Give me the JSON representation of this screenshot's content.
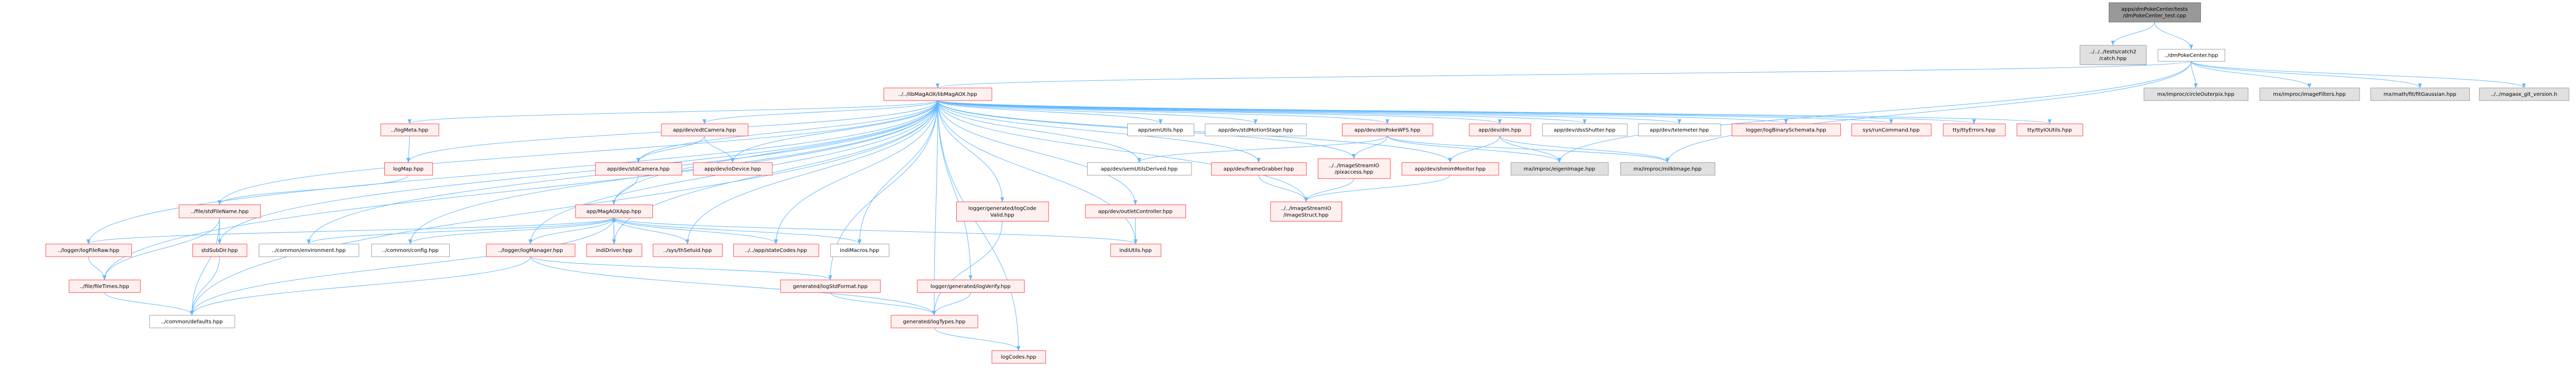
{
  "graph": {
    "colors": {
      "edge": "#63b8ff",
      "red_border": "#ff4040",
      "red_fill": "#fff0f0",
      "gray_fill": "#e0e0e0",
      "gray_border": "#999999",
      "root_fill": "#999999",
      "root_border": "#666666"
    },
    "nodes": {
      "test": {
        "lines": [
          "apps/dmPokeCenter/tests",
          "/dmPokeCenter_test.cpp"
        ],
        "style": "root"
      },
      "catch": {
        "lines": [
          "../../../tests/catch2",
          "/catch.hpp"
        ],
        "style": "gray"
      },
      "dmpc": {
        "lines": [
          "../dmPokeCenter.hpp"
        ],
        "style": "white"
      },
      "libmagaox": {
        "lines": [
          "../../libMagAOX/libMagAOX.hpp"
        ],
        "style": "red"
      },
      "circle": {
        "lines": [
          "mx/improc/circleOuterpix.hpp"
        ],
        "style": "gray"
      },
      "imagefilters": {
        "lines": [
          "mx/improc/imageFilters.hpp"
        ],
        "style": "gray"
      },
      "fitgauss": {
        "lines": [
          "mx/math/fit/fitGaussian.hpp"
        ],
        "style": "gray"
      },
      "gitver": {
        "lines": [
          "../../magaox_git_version.h"
        ],
        "style": "gray"
      },
      "logmeta": {
        "lines": [
          "../logMeta.hpp"
        ],
        "style": "red"
      },
      "edtcamera": {
        "lines": [
          "app/dev/edtCamera.hpp"
        ],
        "style": "red"
      },
      "semutils": {
        "lines": [
          "app/semUtils.hpp"
        ],
        "style": "white"
      },
      "stdmotion": {
        "lines": [
          "app/dev/stdMotionStage.hpp"
        ],
        "style": "white"
      },
      "dmpokewfs": {
        "lines": [
          "app/dev/dmPokeWFS.hpp"
        ],
        "style": "red"
      },
      "dm": {
        "lines": [
          "app/dev/dm.hpp"
        ],
        "style": "red"
      },
      "dssshutter": {
        "lines": [
          "app/dev/dssShutter.hpp"
        ],
        "style": "white"
      },
      "telemeter": {
        "lines": [
          "app/dev/telemeter.hpp"
        ],
        "style": "white"
      },
      "logbinary": {
        "lines": [
          "logger/logBinarySchemata.hpp"
        ],
        "style": "red"
      },
      "runcommand": {
        "lines": [
          "sys/runCommand.hpp"
        ],
        "style": "red"
      },
      "ttyerrors": {
        "lines": [
          "tty/ttyErrors.hpp"
        ],
        "style": "red"
      },
      "ttyioutils": {
        "lines": [
          "tty/ttyIOUtils.hpp"
        ],
        "style": "red"
      },
      "logmap": {
        "lines": [
          "logMap.hpp"
        ],
        "style": "red"
      },
      "stdcamera": {
        "lines": [
          "app/dev/stdCamera.hpp"
        ],
        "style": "red"
      },
      "iodevice": {
        "lines": [
          "app/dev/ioDevice.hpp"
        ],
        "style": "red"
      },
      "semderived": {
        "lines": [
          "app/dev/semUtilsDerived.hpp"
        ],
        "style": "white"
      },
      "framegrabber": {
        "lines": [
          "app/dev/frameGrabber.hpp"
        ],
        "style": "red"
      },
      "pixaccess": {
        "lines": [
          "../../ImageStreamIO",
          "/pixaccess.hpp"
        ],
        "style": "red"
      },
      "shmimmonitor": {
        "lines": [
          "app/dev/shmimMonitor.hpp"
        ],
        "style": "red"
      },
      "eigenimage": {
        "lines": [
          "mx/improc/eigenImage.hpp"
        ],
        "style": "gray"
      },
      "milkimage": {
        "lines": [
          "mx/improc/milkImage.hpp"
        ],
        "style": "gray"
      },
      "stdfilename": {
        "lines": [
          "../file/stdFileName.hpp"
        ],
        "style": "red"
      },
      "magaoxapp": {
        "lines": [
          "app/MagAOXApp.hpp"
        ],
        "style": "red"
      },
      "logcodevalid": {
        "lines": [
          "logger/generated/logCode",
          "Valid.hpp"
        ],
        "style": "red"
      },
      "outletctrl": {
        "lines": [
          "app/dev/outletController.hpp"
        ],
        "style": "red"
      },
      "imagestruct": {
        "lines": [
          "../../ImageStreamIO",
          "/ImageStruct.hpp"
        ],
        "style": "red"
      },
      "logfileraw": {
        "lines": [
          "../logger/logFileRaw.hpp"
        ],
        "style": "red"
      },
      "stdsubdir": {
        "lines": [
          "stdSubDir.hpp"
        ],
        "style": "red"
      },
      "environment": {
        "lines": [
          "../common/environment.hpp"
        ],
        "style": "white"
      },
      "config": {
        "lines": [
          "../common/config.hpp"
        ],
        "style": "white"
      },
      "logmanager": {
        "lines": [
          "../logger/logManager.hpp"
        ],
        "style": "red"
      },
      "indidriver": {
        "lines": [
          "indiDriver.hpp"
        ],
        "style": "red"
      },
      "thsetuid": {
        "lines": [
          "../sys/thSetuid.hpp"
        ],
        "style": "red"
      },
      "statecodes": {
        "lines": [
          "../../app/stateCodes.hpp"
        ],
        "style": "red"
      },
      "indimacros": {
        "lines": [
          "indiMacros.hpp"
        ],
        "style": "white"
      },
      "indiutils": {
        "lines": [
          "indiUtils.hpp"
        ],
        "style": "red"
      },
      "filetimes": {
        "lines": [
          "../file/fileTimes.hpp"
        ],
        "style": "red"
      },
      "logstdformat": {
        "lines": [
          "generated/logStdFormat.hpp"
        ],
        "style": "red"
      },
      "logverify": {
        "lines": [
          "logger/generated/logVerify.hpp"
        ],
        "style": "red"
      },
      "defaults": {
        "lines": [
          "../common/defaults.hpp"
        ],
        "style": "white"
      },
      "logtypes": {
        "lines": [
          "generated/logTypes.hpp"
        ],
        "style": "red"
      },
      "logcodes": {
        "lines": [
          "logCodes.hpp"
        ],
        "style": "red"
      }
    },
    "edges": [
      [
        "test",
        "catch"
      ],
      [
        "test",
        "dmpc"
      ],
      [
        "dmpc",
        "libmagaox"
      ],
      [
        "dmpc",
        "circle"
      ],
      [
        "dmpc",
        "imagefilters"
      ],
      [
        "dmpc",
        "fitgauss"
      ],
      [
        "dmpc",
        "gitver"
      ],
      [
        "dmpc",
        "eigenimage"
      ],
      [
        "dmpc",
        "milkimage"
      ],
      [
        "libmagaox",
        "logmeta"
      ],
      [
        "libmagaox",
        "logmap"
      ],
      [
        "libmagaox",
        "stdfilename"
      ],
      [
        "libmagaox",
        "logfileraw"
      ],
      [
        "libmagaox",
        "filetimes"
      ],
      [
        "libmagaox",
        "defaults"
      ],
      [
        "libmagaox",
        "stdsubdir"
      ],
      [
        "libmagaox",
        "environment"
      ],
      [
        "libmagaox",
        "config"
      ],
      [
        "libmagaox",
        "logmanager"
      ],
      [
        "libmagaox",
        "magaoxapp"
      ],
      [
        "libmagaox",
        "edtcamera"
      ],
      [
        "libmagaox",
        "stdcamera"
      ],
      [
        "libmagaox",
        "iodevice"
      ],
      [
        "libmagaox",
        "indidriver"
      ],
      [
        "libmagaox",
        "thsetuid"
      ],
      [
        "libmagaox",
        "statecodes"
      ],
      [
        "libmagaox",
        "indimacros"
      ],
      [
        "libmagaox",
        "indiutils"
      ],
      [
        "libmagaox",
        "logstdformat"
      ],
      [
        "libmagaox",
        "logverify"
      ],
      [
        "libmagaox",
        "logtypes"
      ],
      [
        "libmagaox",
        "logcodes"
      ],
      [
        "libmagaox",
        "logcodevalid"
      ],
      [
        "libmagaox",
        "outletctrl"
      ],
      [
        "libmagaox",
        "semutils"
      ],
      [
        "libmagaox",
        "stdmotion"
      ],
      [
        "libmagaox",
        "semderived"
      ],
      [
        "libmagaox",
        "framegrabber"
      ],
      [
        "libmagaox",
        "imagestruct"
      ],
      [
        "libmagaox",
        "pixaccess"
      ],
      [
        "libmagaox",
        "dmpokewfs"
      ],
      [
        "libmagaox",
        "dm"
      ],
      [
        "libmagaox",
        "dssshutter"
      ],
      [
        "libmagaox",
        "telemeter"
      ],
      [
        "libmagaox",
        "logbinary"
      ],
      [
        "libmagaox",
        "runcommand"
      ],
      [
        "libmagaox",
        "ttyerrors"
      ],
      [
        "libmagaox",
        "ttyioutils"
      ],
      [
        "libmagaox",
        "shmimmonitor"
      ],
      [
        "logmeta",
        "logmap"
      ],
      [
        "logmap",
        "stdfilename"
      ],
      [
        "stdfilename",
        "stdsubdir"
      ],
      [
        "stdfilename",
        "filetimes"
      ],
      [
        "stdfilename",
        "defaults"
      ],
      [
        "logfileraw",
        "filetimes"
      ],
      [
        "filetimes",
        "defaults"
      ],
      [
        "stdsubdir",
        "defaults"
      ],
      [
        "edtcamera",
        "stdcamera"
      ],
      [
        "edtcamera",
        "iodevice"
      ],
      [
        "stdcamera",
        "magaoxapp"
      ],
      [
        "magaoxapp",
        "logmanager"
      ],
      [
        "magaoxapp",
        "indidriver"
      ],
      [
        "magaoxapp",
        "thsetuid"
      ],
      [
        "magaoxapp",
        "statecodes"
      ],
      [
        "magaoxapp",
        "indimacros"
      ],
      [
        "magaoxapp",
        "indiutils"
      ],
      [
        "magaoxapp",
        "environment"
      ],
      [
        "magaoxapp",
        "config"
      ],
      [
        "magaoxapp",
        "defaults"
      ],
      [
        "magaoxapp",
        "logfileraw"
      ],
      [
        "indidriver",
        "magaoxapp"
      ],
      [
        "logmanager",
        "logstdformat"
      ],
      [
        "logmanager",
        "logtypes"
      ],
      [
        "logmanager",
        "defaults"
      ],
      [
        "logstdformat",
        "logtypes"
      ],
      [
        "logverify",
        "logtypes"
      ],
      [
        "logcodevalid",
        "logtypes"
      ],
      [
        "logtypes",
        "logcodes"
      ],
      [
        "outletctrl",
        "indiutils"
      ],
      [
        "framegrabber",
        "imagestruct"
      ],
      [
        "pixaccess",
        "imagestruct"
      ],
      [
        "shmimmonitor",
        "imagestruct"
      ],
      [
        "dmpokewfs",
        "pixaccess"
      ],
      [
        "dmpokewfs",
        "eigenimage"
      ],
      [
        "dmpokewfs",
        "milkimage"
      ],
      [
        "dmpokewfs",
        "semderived"
      ],
      [
        "dm",
        "shmimmonitor"
      ],
      [
        "dm",
        "eigenimage"
      ],
      [
        "dm",
        "milkimage"
      ]
    ]
  }
}
